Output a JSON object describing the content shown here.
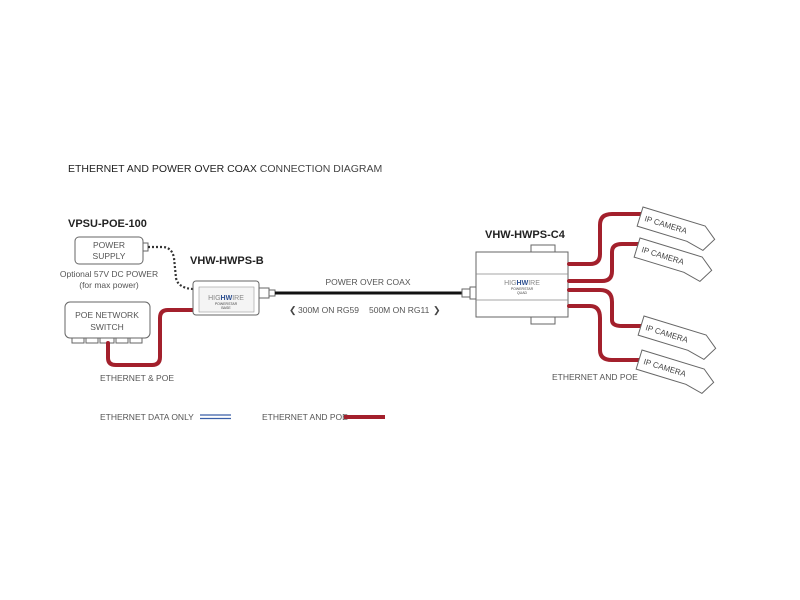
{
  "title": {
    "bold_part": "ETHERNET AND POWER OVER COAX",
    "rest": "CONNECTION DIAGRAM"
  },
  "power_supply": {
    "model": "VPSU-POE-100",
    "line1": "POWER",
    "line2": "SUPPLY",
    "note1": "Optional 57V DC POWER",
    "note2": "(for max power)"
  },
  "switch": {
    "line1": "POE NETWORK",
    "line2": "SWITCH",
    "cable_label": "ETHERNET & POE"
  },
  "base": {
    "model": "VHW-HWPS-B",
    "brand_a": "HIG",
    "brand_b": "HW",
    "brand_c": "IRE",
    "sub1": "POWERSTAR",
    "sub2": "BASE"
  },
  "coax": {
    "label": "POWER OVER COAX",
    "range1": "300M ON RG59",
    "range2": "500M ON RG11"
  },
  "quad": {
    "model": "VHW-HWPS-C4",
    "brand_a": "HIG",
    "brand_b": "HW",
    "brand_c": "IRE",
    "sub1": "POWERSTAR",
    "sub2": "QUAD",
    "cable_label": "ETHERNET AND POE"
  },
  "cameras": [
    "IP CAMERA",
    "IP CAMERA",
    "IP CAMERA",
    "IP CAMERA"
  ],
  "legend": {
    "data_only": "ETHERNET DATA ONLY",
    "poe": "ETHERNET AND POE"
  },
  "colors": {
    "poe": "#a3202c",
    "data": "#3a5fa8",
    "coax": "#111111"
  }
}
